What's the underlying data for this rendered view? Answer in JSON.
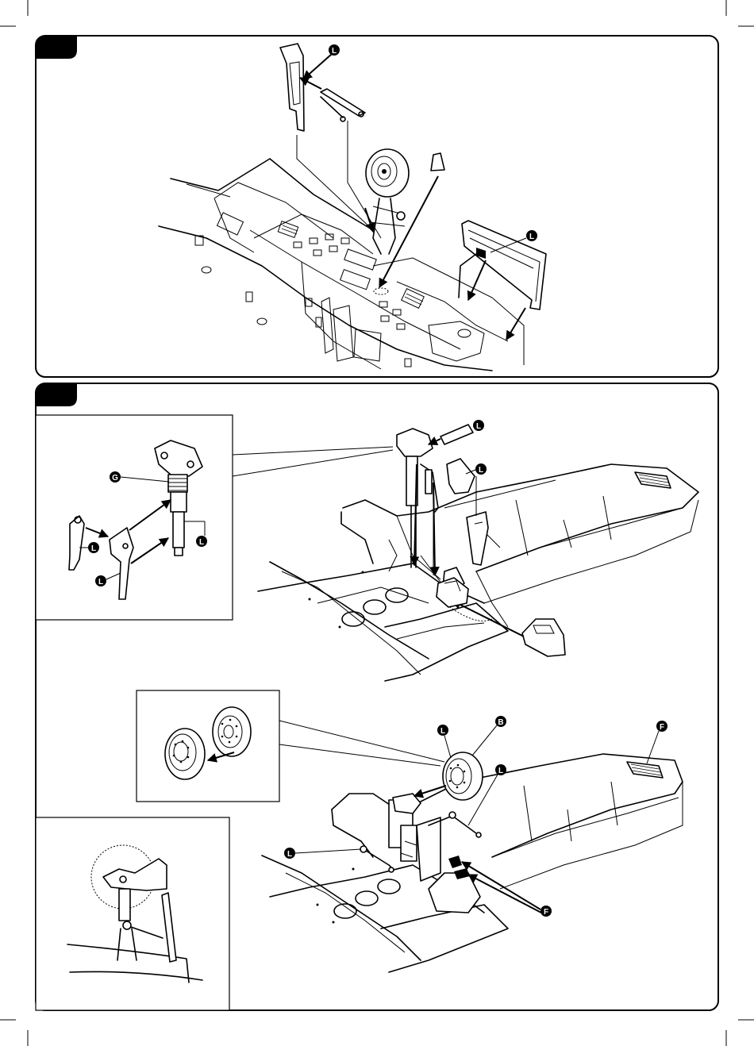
{
  "colors": {
    "ink": "#000000",
    "paper": "#ffffff"
  },
  "steps": [
    {
      "number": "",
      "labels": [
        "L",
        "L"
      ]
    },
    {
      "number": "",
      "labels": [
        "L",
        "L",
        "L",
        "G",
        "L",
        "L",
        "L",
        "B",
        "L",
        "L",
        "F",
        "L",
        "F"
      ]
    }
  ]
}
